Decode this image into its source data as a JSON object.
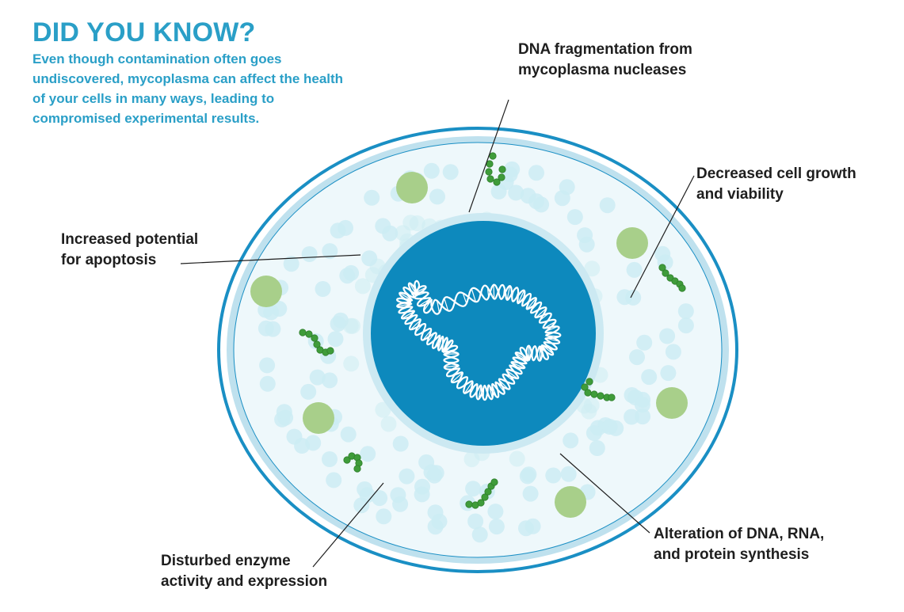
{
  "header": {
    "title": "DID YOU KNOW?",
    "intro": "Even though contamination often goes undiscovered, mycoplasma can affect the health of your cells in many ways, leading to compromised experimental results."
  },
  "callouts": {
    "dna_fragmentation": [
      "DNA fragmentation from",
      "mycoplasma nucleases"
    ],
    "cell_growth": [
      "Decreased cell growth",
      "and viability"
    ],
    "apoptosis": [
      "Increased potential",
      "for apoptosis"
    ],
    "synthesis": [
      "Alteration of DNA, RNA,",
      "and protein synthesis"
    ],
    "enzyme": [
      "Disturbed enzyme",
      "activity and expression"
    ]
  },
  "colors": {
    "title_blue": "#2a9fc7",
    "membrane_outer": "#1a8fc4",
    "membrane_band": "#bfe1ee",
    "cytoplasm": "#eef8fb",
    "vesicle": "#cdecf3",
    "nucleus_ring": "#cce9f2",
    "nucleus": "#0d89bd",
    "organelle_green": "#a8cf8a",
    "mycoplasma_green": "#3f9c3a",
    "dna_white": "#ffffff",
    "leader_line": "#1e1e1e",
    "text_dark": "#1e1e1e"
  },
  "icons": [
    "cell-icon",
    "nucleus-icon",
    "dna-icon",
    "mycoplasma-icon"
  ]
}
